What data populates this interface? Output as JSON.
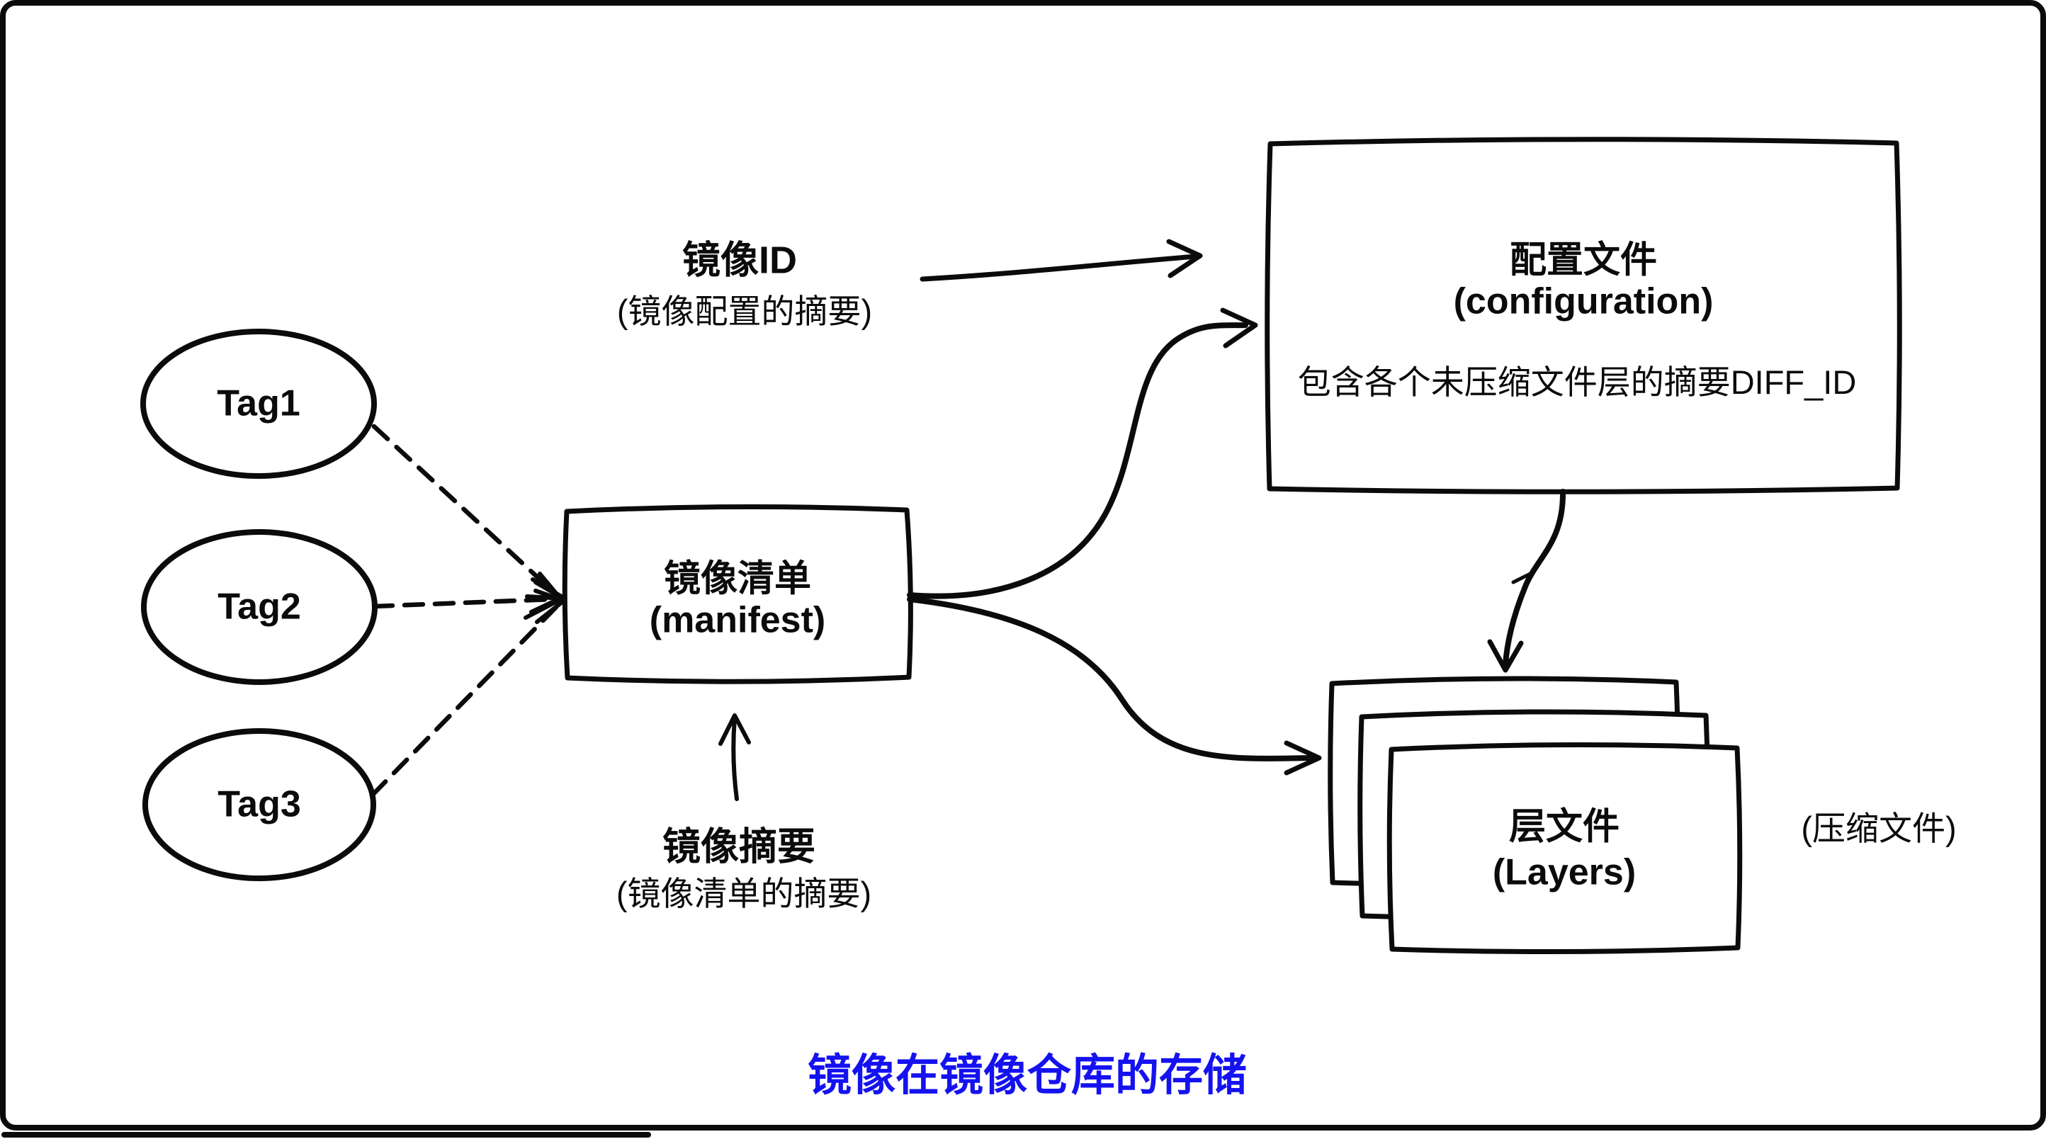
{
  "diagram": {
    "tags": [
      {
        "label": "Tag1"
      },
      {
        "label": "Tag2"
      },
      {
        "label": "Tag3"
      }
    ],
    "manifest": {
      "title": "镜像清单",
      "subtitle": "(manifest)"
    },
    "configuration": {
      "title": "配置文件",
      "subtitle": "(configuration)",
      "body": "包含各个未压缩文件层的摘要DIFF_ID"
    },
    "layers": {
      "title": "层文件",
      "subtitle": "(Layers)",
      "side_note": "(压缩文件)"
    },
    "image_id_label": {
      "title": "镜像ID",
      "subtitle": "(镜像配置的摘要)"
    },
    "image_digest_label": {
      "title": "镜像摘要",
      "subtitle": "(镜像清单的摘要)"
    },
    "caption": {
      "text": "镜像在镜像仓库的存储",
      "color": "#1512f0"
    },
    "colors": {
      "ink": "#0b0b0b",
      "background": "#ffffff",
      "caption_blue": "#1512f0"
    }
  }
}
